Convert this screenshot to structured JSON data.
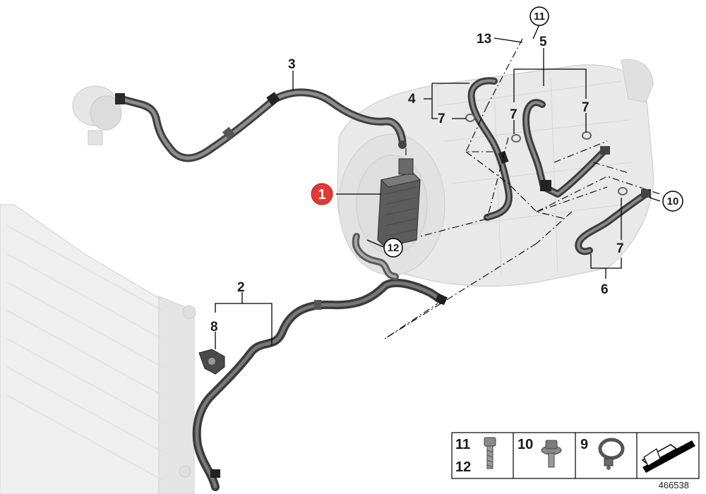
{
  "diagram": {
    "reference_number": "466538",
    "callouts": {
      "c1": "1",
      "c2": "2",
      "c3": "3",
      "c4": "4",
      "c5": "5",
      "c6": "6",
      "c7a": "7",
      "c7b": "7",
      "c7c": "7",
      "c7d": "7",
      "c8": "8",
      "c10": "10",
      "c11": "11",
      "c12": "12",
      "c13": "13"
    },
    "legend": {
      "n11": "11",
      "n12": "12",
      "n10": "10",
      "n9": "9"
    },
    "colors": {
      "highlight": "#e53935",
      "hose": "#4d4d4d",
      "ghost": "#e6e6e6"
    }
  }
}
